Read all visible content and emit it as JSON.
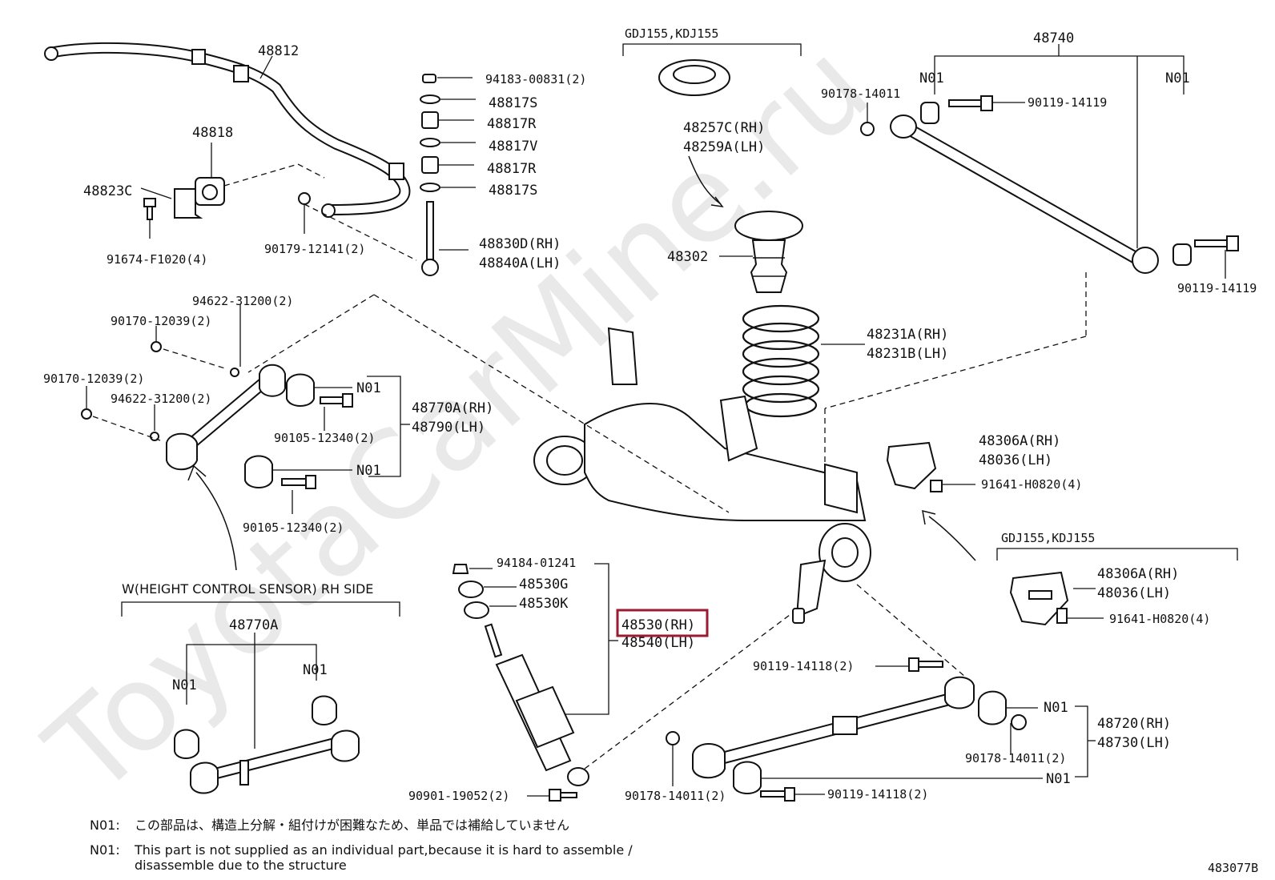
{
  "watermark": "ToyotaCarMine.ru",
  "diagram_code": "483077B",
  "groups": {
    "spring_variant": "GDJ155,KDJ155",
    "bracket_variant": "GDJ155,KDJ155",
    "sensor_side": "W(HEIGHT CONTROL SENSOR) RH SIDE"
  },
  "parts": {
    "p48812": "48812",
    "p48818": "48818",
    "p48823C": "48823C",
    "p91674": "91674-F1020(4)",
    "p90179": "90179-12141(2)",
    "p94183": "94183-00831(2)",
    "p48817S_a": "48817S",
    "p48817R_a": "48817R",
    "p48817V": "48817V",
    "p48817R_b": "48817R",
    "p48817S_b": "48817S",
    "p48830D": "48830D(RH)",
    "p48840A": "48840A(LH)",
    "p48257C": "48257C(RH)",
    "p48259A": "48259A(LH)",
    "p48302": "48302",
    "p48231A": "48231A(RH)",
    "p48231B": "48231B(LH)",
    "p48740": "48740",
    "n01_ua": "N01",
    "n01_ub": "N01",
    "p90178_a": "90178-14011",
    "p90119_a": "90119-14119",
    "p90119_b": "90119-14119",
    "p94622_a": "94622-31200(2)",
    "p90170_a": "90170-12039(2)",
    "p90170_b": "90170-12039(2)",
    "p94622_b": "94622-31200(2)",
    "n01_la": "N01",
    "n01_lb": "N01",
    "p48770A": "48770A(RH)",
    "p48790": "48790(LH)",
    "p90105_a": "90105-12340(2)",
    "p90105_b": "90105-12340(2)",
    "p48306A_a": "48306A(RH)",
    "p48036_a": "48036(LH)",
    "p91641_a": "91641-H0820(4)",
    "p48306A_b": "48306A(RH)",
    "p48036_b": "48036(LH)",
    "p91641_b": "91641-H0820(4)",
    "p94184": "94184-01241",
    "p48530G": "48530G",
    "p48530K": "48530K",
    "p48530": "48530(RH)",
    "p48540": "48540(LH)",
    "p90901": "90901-19052(2)",
    "p48770A_s": "48770A",
    "n01_sa": "N01",
    "n01_sb": "N01",
    "p90119_c": "90119-14118(2)",
    "n01_ra": "N01",
    "p48720": "48720(RH)",
    "p48730": "48730(LH)",
    "p90178_b": "90178-14011(2)",
    "p90178_c": "90178-14011(2)",
    "p90119_d": "90119-14118(2)",
    "n01_rb": "N01"
  },
  "notes": {
    "label_1": "N01:",
    "jp": "この部品は、構造上分解・組付けが困難なため、単品では補給していません",
    "label_2": "N01:",
    "en_line1": "This part is not supplied as an individual part,because it is hard to assemble /",
    "en_line2": "disassemble due to the structure"
  },
  "highlight_color": "#9b1b30"
}
